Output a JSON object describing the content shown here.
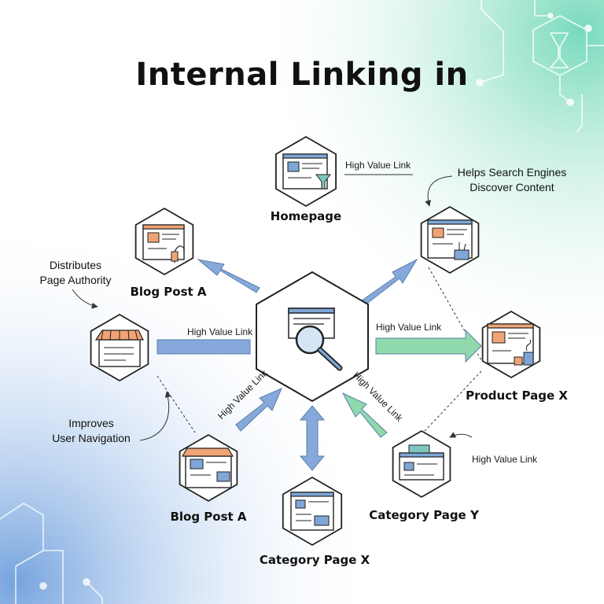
{
  "title": "Internal Linking in",
  "nodes": {
    "homepage": "Homepage",
    "blog_post_a_top": "Blog Post A",
    "blog_post_a_bottom": "Blog Post A",
    "product_page_x": "Product Page X",
    "category_page_y": "Category Page Y",
    "category_page_x": "Category Page X"
  },
  "annotations": {
    "helps_search": [
      "Helps Search Engines",
      "Discover Content"
    ],
    "distributes": [
      "Distributes",
      "Page Authority"
    ],
    "improves": [
      "Improves",
      "User Navigation"
    ]
  },
  "links": {
    "top": "High Value Link",
    "left": "High Value Link",
    "right": "High Value Link",
    "lower_left": "High Value Link",
    "lower_right": "High Value Link",
    "category_y_side": "High Value Link"
  },
  "colors": {
    "blue_arrow": "#7fa3d8",
    "green_arrow": "#7dcfa0",
    "orange_accent": "#f0a374",
    "icon_blue": "#7fa6d6",
    "outline": "#222222"
  },
  "icons": [
    "magnifier-icon",
    "document-icon",
    "storefront-icon",
    "funnel-icon",
    "lamp-icon",
    "cart-icon",
    "bottle-icon"
  ]
}
